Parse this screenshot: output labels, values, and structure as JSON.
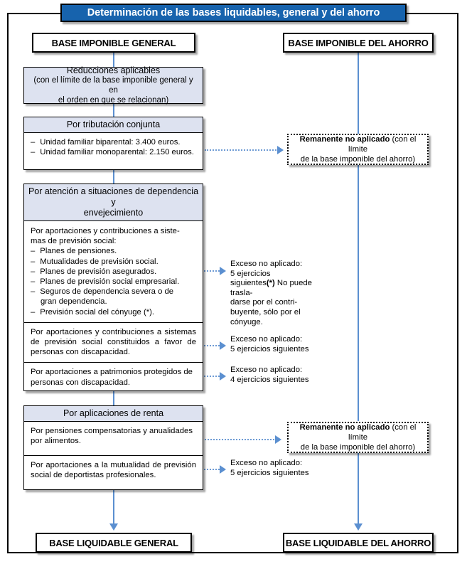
{
  "diagram": {
    "title": "Determinación de las bases liquidables, general y del ahorro",
    "columns": {
      "general_top": "BASE IMPONIBLE GENERAL",
      "savings_top": "BASE IMPONIBLE DEL AHORRO",
      "general_bottom": "BASE LIQUIDABLE GENERAL",
      "savings_bottom": "BASE LIQUIDABLE DEL AHORRO"
    },
    "reductions": {
      "line1": "Reducciones aplicables",
      "line2": "(con el límite de la base imponible general y en",
      "line3": "el orden en que se relacionan)"
    },
    "joint_taxation": {
      "header": "Por tributación conjunta",
      "items": [
        "Unidad familiar biparental: 3.400 euros.",
        "Unidad familiar monoparental: 2.150 euros."
      ]
    },
    "dependency": {
      "header_line1": "Por atención a situaciones de dependencia y",
      "header_line2": "envejecimiento",
      "intro_line1": "Por aportaciones y contribuciones a siste-",
      "intro_line2": "mas de previsión social:",
      "items": [
        "Planes de pensiones.",
        "Mutualidades de previsión social.",
        "Planes de previsión asegurados.",
        "Planes de previsión social empresarial.",
        "Seguros de dependencia severa o de",
        "Previsión social del cónyuge (*)."
      ],
      "item5_cont": "gran dependencia.",
      "row2": "Por aportaciones y contribuciones a sistemas de previsión social constituidos a favor de personas con discapacidad.",
      "row3": "Por aportaciones a patrimonios protegidos de personas con discapacidad."
    },
    "income_applications": {
      "header": "Por aplicaciones de renta",
      "row1": "Por pensiones compensatorias y anualidades por alimentos.",
      "row2": "Por aportaciones a la mutualidad de previsión social de deportistas profesionales."
    },
    "remanente_1": {
      "bold": "Remanente no aplicado",
      "rest": " (con el límite",
      "line2": "de la base imponible del ahorro)"
    },
    "remanente_2": {
      "bold": "Remanente no aplicado",
      "rest": " (con el límite",
      "line2": "de la base imponible del ahorro)"
    },
    "notes": {
      "note1": "Exceso no aplicado:\n5 ejercicios siguientes",
      "note1_bold": "(*)",
      "note1_cont": " No puede trasla-\ndarse por el contri-\nbuyente, sólo por el\ncónyuge.",
      "note2": "Exceso no aplicado:\n5 ejercicios siguientes",
      "note3": "Exceso no aplicado:\n4 ejercicios siguientes",
      "note4": "Exceso no aplicado:\n5 ejercicios siguientes"
    },
    "colors": {
      "title_blue": "#1763AD",
      "panel_blue": "#DDE2F0",
      "connector_blue": "#5B8FD0",
      "border_black": "#000000"
    }
  }
}
